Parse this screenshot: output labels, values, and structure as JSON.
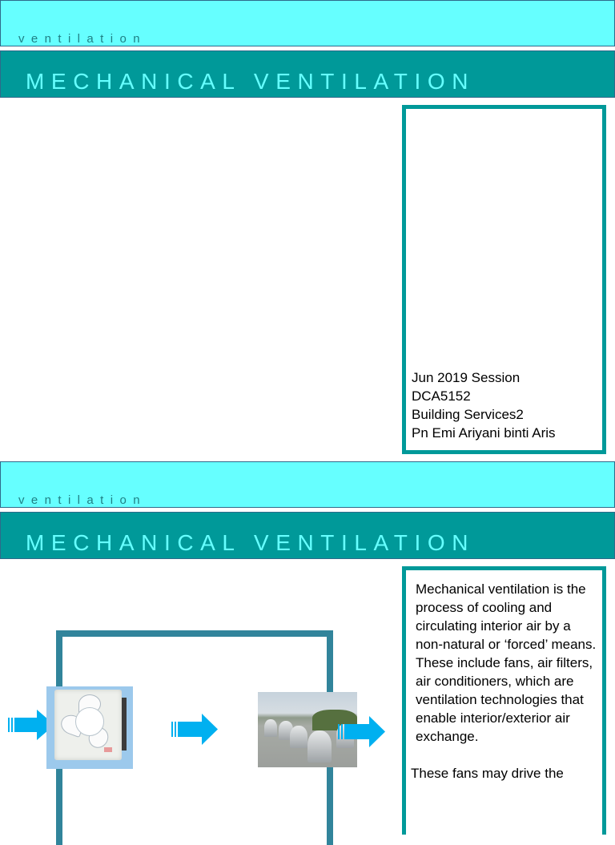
{
  "slides": [
    {
      "header": {
        "kicker": "ventilation",
        "title": "MECHANICAL VENTILATION"
      },
      "info_box": {
        "lines": [
          "Jun 2019 Session",
          "DCA5152",
          "Building Services2",
          "Pn Emi Ariyani binti Aris"
        ]
      }
    },
    {
      "header": {
        "kicker": "ventilation",
        "title": "MECHANICAL VENTILATION"
      },
      "info_box": {
        "paragraph1": "Mechanical ventilation is the process of cooling and circulating interior air by a non-natural or ‘forced’ means. These include fans, air filters, air conditioners, which are ventilation technologies that enable interior/exterior air exchange.",
        "paragraph2": "These fans may drive the"
      },
      "diagram": {
        "images": [
          "exhaust-fan-photo",
          "roof-turbine-ventilators-photo"
        ],
        "arrow_color": "#00b0f0",
        "frame_color": "#31849b"
      }
    }
  ],
  "colors": {
    "top_band": "#66ffff",
    "title_band": "#009999",
    "title_text": "#66ffff",
    "kicker_text": "#1f7f84",
    "box_border": "#009999"
  }
}
